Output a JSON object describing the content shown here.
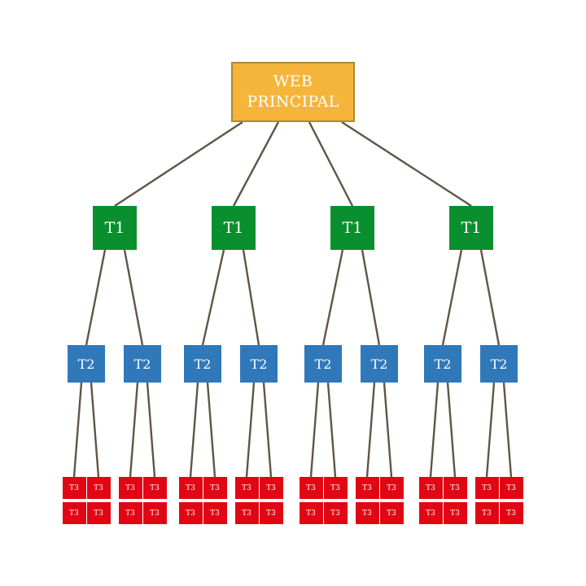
{
  "colors": {
    "root": "#f5b53b",
    "root_border": "#a88a34",
    "t1": "#0a8f2e",
    "t2": "#2f78ba",
    "t3": "#e20614",
    "edge": "#5f5647"
  },
  "root": {
    "label": "WEB\nPRINCIPAL"
  },
  "tiers": {
    "t1_label": "T1",
    "t2_label": "T2",
    "t3_label": "T3"
  }
}
